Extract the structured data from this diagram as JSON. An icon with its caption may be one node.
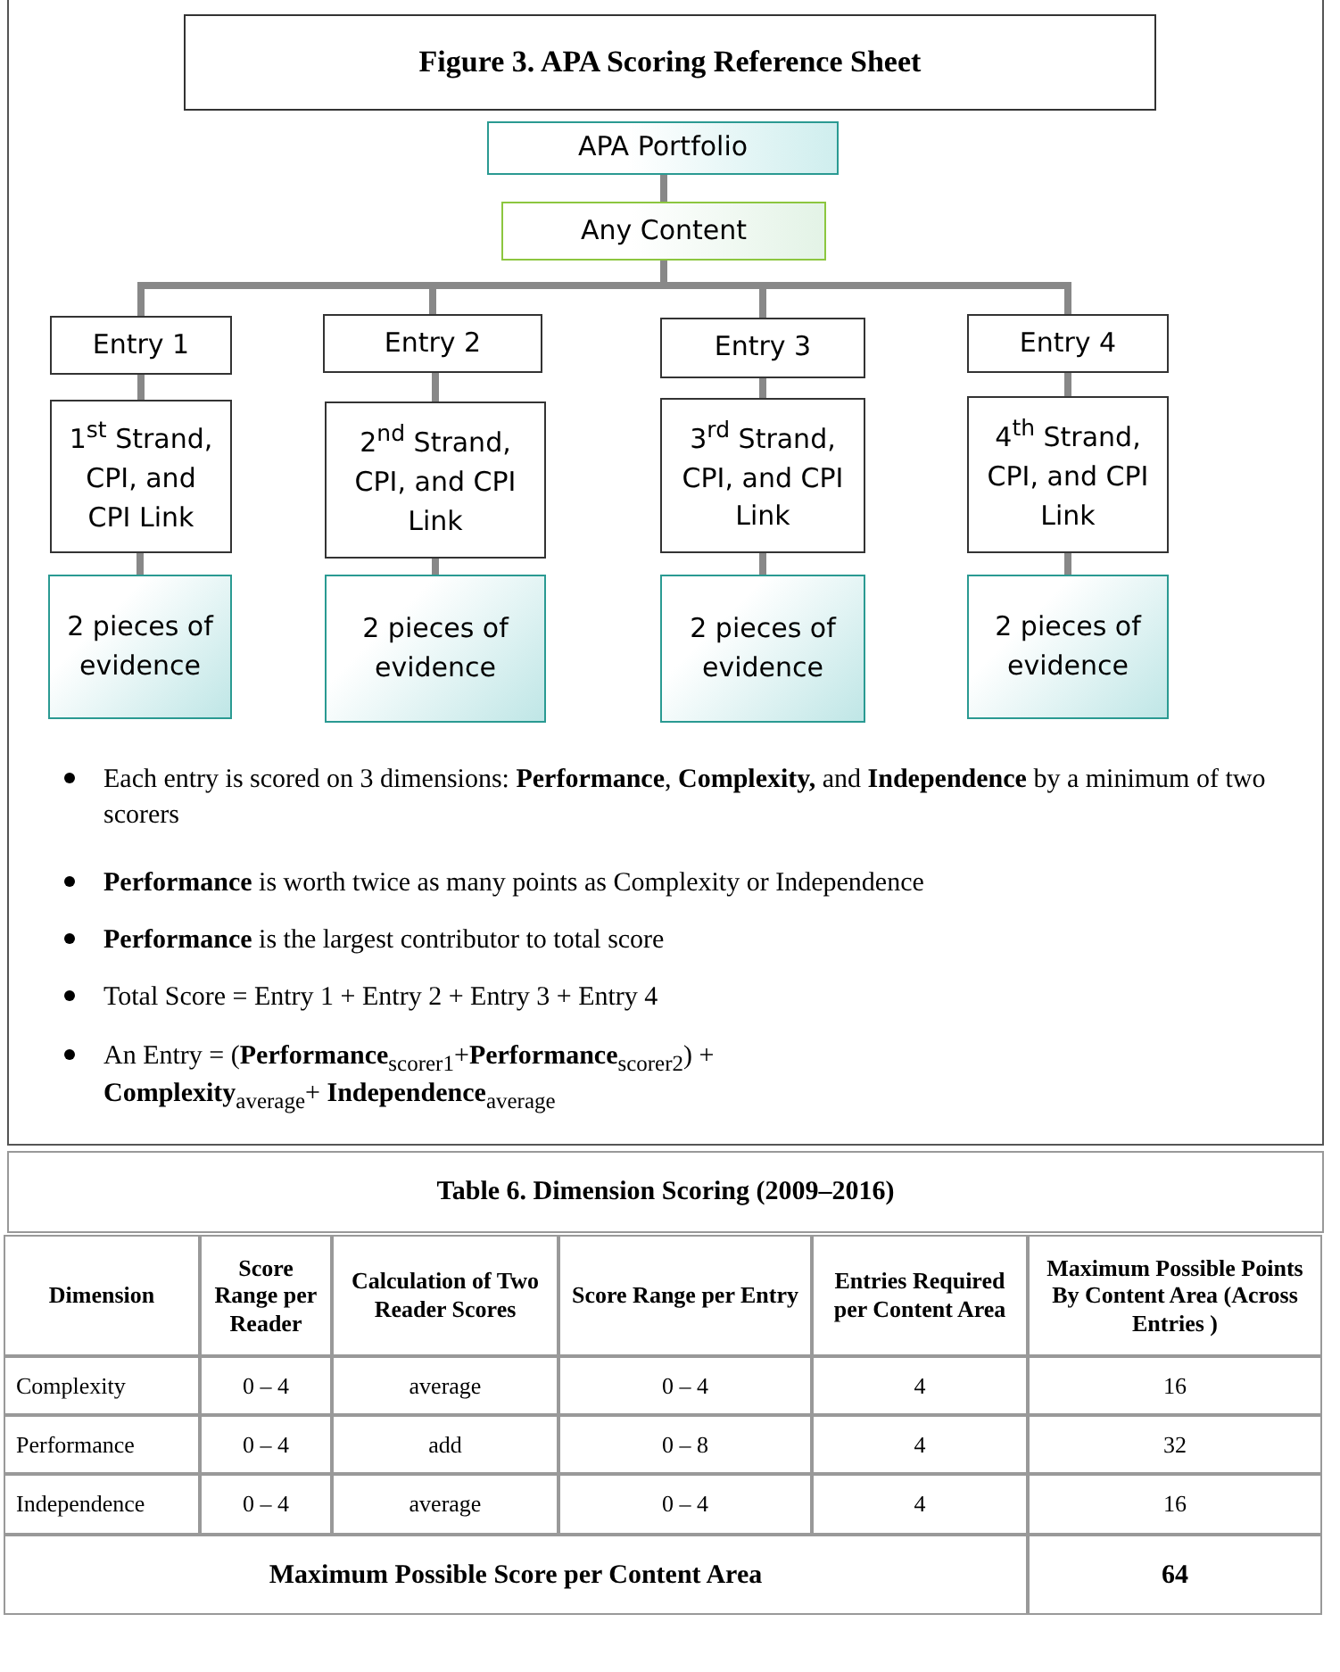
{
  "diagram": {
    "title": "Figure 3.  APA Scoring Reference Sheet",
    "nodes": [
      {
        "text": [
          "APA Portfolio"
        ]
      },
      {
        "text": [
          "Any Content"
        ]
      },
      {
        "text": [
          "Entry 1"
        ]
      },
      {
        "text": [
          "Entry 2"
        ]
      },
      {
        "text": [
          "Entry 3"
        ]
      },
      {
        "text": [
          "Entry 4"
        ]
      },
      {
        "text": [
          "1$^{st}$ Strand, CPI, and CPI Link"
        ]
      },
      {
        "text": [
          "2$^{nd}$ Strand, CPI, and CPI Link"
        ]
      },
      {
        "text": [
          "3$^{rd}$ Strand, CPI, and CPI Link"
        ]
      },
      {
        "text": [
          "4$^{th}$ Strand, CPI, and CPI Link"
        ]
      },
      {
        "text": [
          "2 pieces of evidence"
        ]
      },
      {
        "text": [
          "2 pieces of evidence"
        ]
      },
      {
        "text": [
          "2 pieces of evidence"
        ]
      },
      {
        "text": [
          "2 pieces of evidence"
        ]
      }
    ],
    "edges": [
      {
        "from": 0,
        "to": 1,
        "arrow": "none"
      },
      {
        "from": 1,
        "to": 2,
        "arrow": "none"
      },
      {
        "from": 1,
        "to": 3,
        "arrow": "none"
      },
      {
        "from": 1,
        "to": 4,
        "arrow": "none"
      },
      {
        "from": 1,
        "to": 5,
        "arrow": "none"
      },
      {
        "from": 2,
        "to": 6,
        "arrow": "none"
      },
      {
        "from": 3,
        "to": 7,
        "arrow": "none"
      },
      {
        "from": 4,
        "to": 8,
        "arrow": "none"
      },
      {
        "from": 5,
        "to": 9,
        "arrow": "none"
      },
      {
        "from": 6,
        "to": 10,
        "arrow": "none"
      },
      {
        "from": 7,
        "to": 11,
        "arrow": "none"
      },
      {
        "from": 8,
        "to": 12,
        "arrow": "none"
      },
      {
        "from": 9,
        "to": 13,
        "arrow": "none"
      }
    ],
    "labels": [
      "Each entry is scored on 3 dimensions: **Performance**, **Complexity,** and **Independence** by a minimum of two scorers",
      "**Performance** is worth twice as many points as Complexity or Independence",
      "**Performance** is the largest contributor to total score",
      "Total Score = Entry 1 + Entry 2 + Entry 3 + Entry 4",
      "An Entry = (**Performance**$_{scorer1}$+**Performance**$_{scorer2}$) + **Complexity**$_{average}$+ **Independence**$_{average}$",
      "Table 6.  Dimension Scoring (2009–2016)",
      "Dimension",
      "Score Range per Reader",
      "Calculation of Two Reader Scores",
      "Score Range per Entry",
      "Entries Required per Content Area",
      "Maximum Possible Points By Content Area (Across Entries )",
      "Complexity",
      "0 – 4",
      "average",
      "0 – 4",
      "4",
      "16",
      "Performance",
      "0 – 4",
      "add",
      "0 – 8",
      "4",
      "32",
      "Independence",
      "0 – 4",
      "average",
      "0 – 4",
      "4",
      "16",
      "Maximum Possible Score per Content Area",
      "64"
    ]
  }
}
